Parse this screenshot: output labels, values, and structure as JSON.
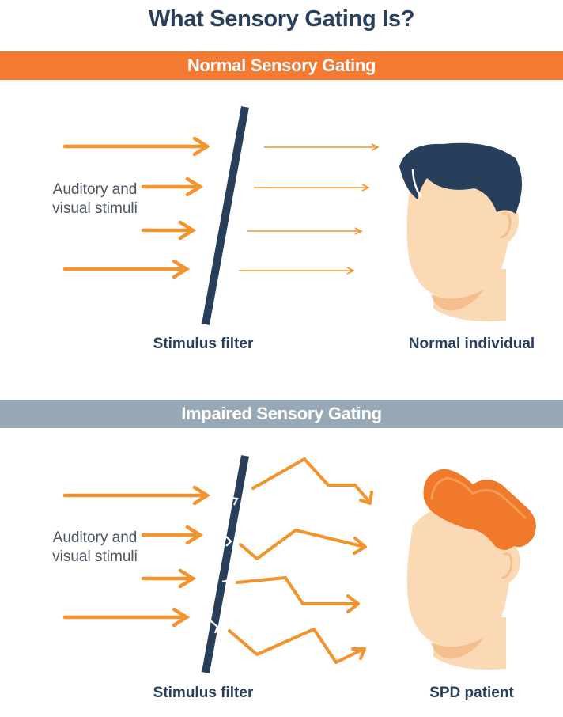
{
  "title": "What Sensory Gating Is?",
  "colors": {
    "orange": "#f4922b",
    "banner_orange": "#f47a31",
    "banner_grey": "#99a8b5",
    "navy": "#283f5c",
    "skin": "#fbd9b4",
    "skin_shadow": "#f4bf8d",
    "red_hair": "#f0792b",
    "text_grey": "#4d5563"
  },
  "normal": {
    "banner": "Normal Sensory Gating",
    "stimuli_label": "Auditory and visual stimuli",
    "filter_label": "Stimulus filter",
    "person_label": "Normal individual",
    "person_icon": "head-dark-hair-icon"
  },
  "impaired": {
    "banner": "Impaired Sensory Gating",
    "stimuli_label": "Auditory and visual stimuli",
    "filter_label": "Stimulus filter",
    "person_label": "SPD patient",
    "person_icon": "head-red-hair-icon"
  }
}
